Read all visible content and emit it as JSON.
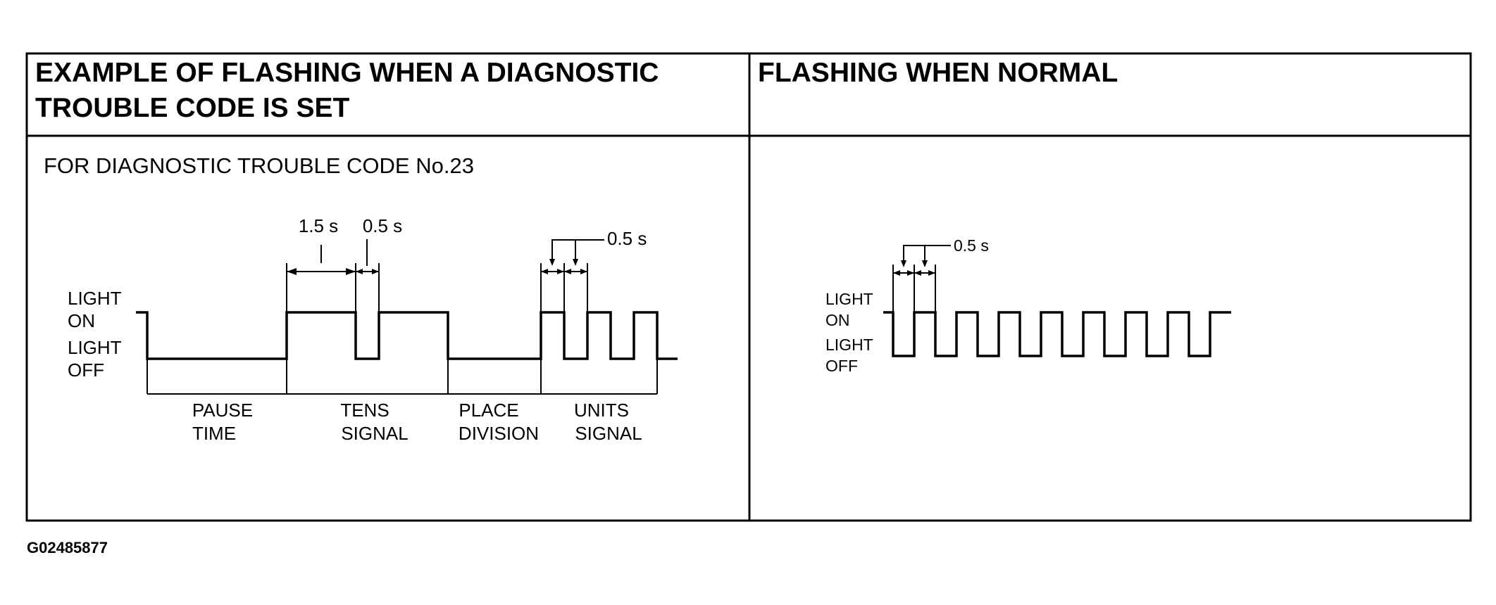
{
  "left_panel": {
    "header_line1": "EXAMPLE OF FLASHING WHEN A DIAGNOSTIC",
    "header_line2": "TROUBLE CODE IS SET",
    "subtitle": "FOR DIAGNOSTIC TROUBLE CODE No.23",
    "light_on_line1": "LIGHT",
    "light_on_line2": "ON",
    "light_off_line1": "LIGHT",
    "light_off_line2": "OFF",
    "dim_1_5": "1.5 s",
    "dim_0_5a": "0.5 s",
    "dim_0_5b": "0.5 s",
    "seg_pause_1": "PAUSE",
    "seg_pause_2": "TIME",
    "seg_tens_1": "TENS",
    "seg_tens_2": "SIGNAL",
    "seg_place_1": "PLACE",
    "seg_place_2": "DIVISION",
    "seg_units_1": "UNITS",
    "seg_units_2": "SIGNAL"
  },
  "right_panel": {
    "header": "FLASHING WHEN NORMAL",
    "light_on_line1": "LIGHT",
    "light_on_line2": "ON",
    "light_off_line1": "LIGHT",
    "light_off_line2": "OFF",
    "dim_0_5": "0.5 s"
  },
  "footer": {
    "figure_id": "G02485877"
  }
}
